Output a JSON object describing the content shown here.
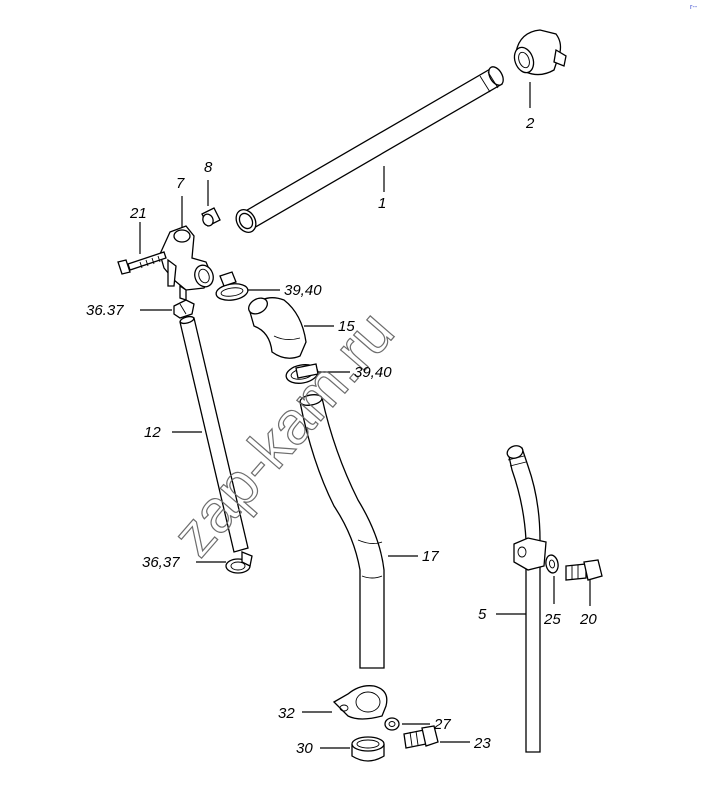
{
  "diagram": {
    "watermark": "zap-kam.ru",
    "corner_mark": "г--",
    "labels": {
      "l1": "1",
      "l2": "2",
      "l5": "5",
      "l7": "7",
      "l8": "8",
      "l12": "12",
      "l15": "15",
      "l17": "17",
      "l20": "20",
      "l21": "21",
      "l23": "23",
      "l25": "25",
      "l27": "27",
      "l30": "30",
      "l32": "32",
      "l3940a": "39,40",
      "l3940b": "39,40",
      "l3637a": "36.37",
      "l3637b": "36,37"
    }
  }
}
